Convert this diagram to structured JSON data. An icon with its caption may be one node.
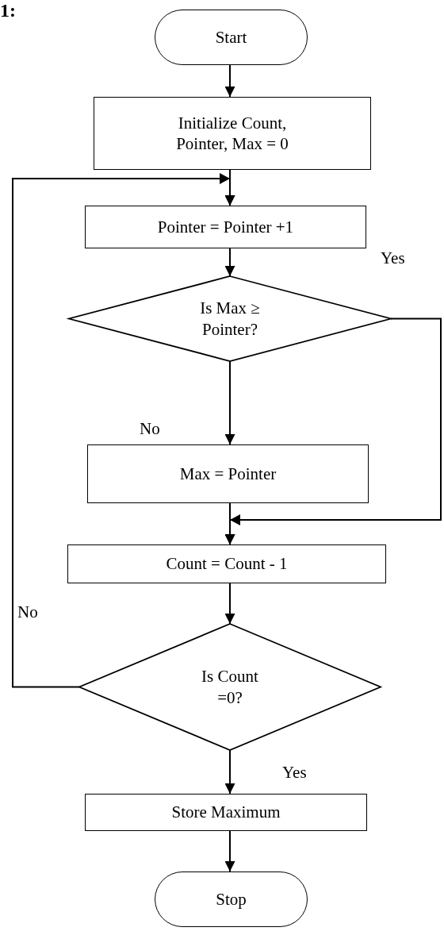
{
  "diagram": {
    "nodes": [
      {
        "text": [
          "Start"
        ]
      },
      {
        "text": [
          "Initialize Count, Pointer, Max = 0"
        ]
      },
      {
        "text": [
          "Pointer = Pointer +1"
        ]
      },
      {
        "text": [
          "Is Max ≥ Pointer?"
        ]
      },
      {
        "text": [
          "Max = Pointer"
        ]
      },
      {
        "text": [
          "Count = Count - 1"
        ]
      },
      {
        "text": [
          "Is Count =0?"
        ]
      },
      {
        "text": [
          "Store Maximum"
        ]
      },
      {
        "text": [
          "Stop"
        ]
      }
    ],
    "edges": [
      {
        "from": 0,
        "to": 1,
        "arrow": "to"
      },
      {
        "from": 1,
        "to": 2,
        "arrow": "to"
      },
      {
        "from": 2,
        "to": 3,
        "arrow": "to"
      },
      {
        "from": 3,
        "to": 4,
        "arrow": "to",
        "label": "No"
      },
      {
        "from": 3,
        "to": 5,
        "arrow": "to",
        "label": "Yes"
      },
      {
        "from": 4,
        "to": 5,
        "arrow": "to"
      },
      {
        "from": 5,
        "to": 6,
        "arrow": "to"
      },
      {
        "from": 6,
        "to": 2,
        "arrow": "to",
        "label": "No"
      },
      {
        "from": 6,
        "to": 7,
        "arrow": "to",
        "label": "Yes"
      },
      {
        "from": 7,
        "to": 8,
        "arrow": "to"
      }
    ],
    "labels": [
      "1:"
    ]
  }
}
